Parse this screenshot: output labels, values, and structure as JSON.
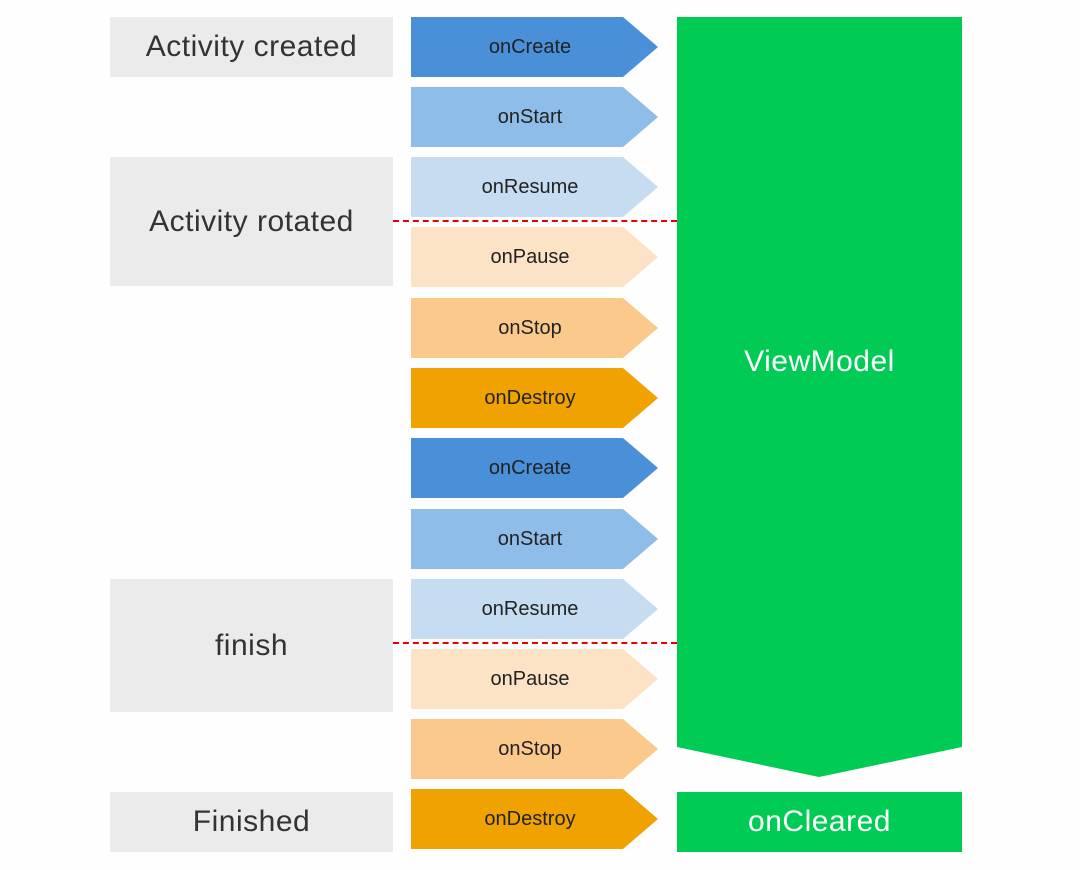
{
  "states": [
    {
      "label": "Activity created"
    },
    {
      "label": "Activity rotated"
    },
    {
      "label": "finish"
    },
    {
      "label": "Finished"
    }
  ],
  "callbacks": [
    {
      "label": "onCreate",
      "color": "#4a90d9"
    },
    {
      "label": "onStart",
      "color": "#8fbde9"
    },
    {
      "label": "onResume",
      "color": "#c6ddf1"
    },
    {
      "label": "onPause",
      "color": "#fde3c6"
    },
    {
      "label": "onStop",
      "color": "#fbc98c"
    },
    {
      "label": "onDestroy",
      "color": "#f0a300"
    },
    {
      "label": "onCreate",
      "color": "#4a90d9"
    },
    {
      "label": "onStart",
      "color": "#8fbde9"
    },
    {
      "label": "onResume",
      "color": "#c6ddf1"
    },
    {
      "label": "onPause",
      "color": "#fde3c6"
    },
    {
      "label": "onStop",
      "color": "#fbc98c"
    },
    {
      "label": "onDestroy",
      "color": "#f0a300"
    }
  ],
  "viewmodel": {
    "label": "ViewModel",
    "color": "#00cc55"
  },
  "cleared": {
    "label": "onCleared"
  },
  "colors": {
    "state_box": "#ebebeb",
    "divider": "#e60000"
  }
}
